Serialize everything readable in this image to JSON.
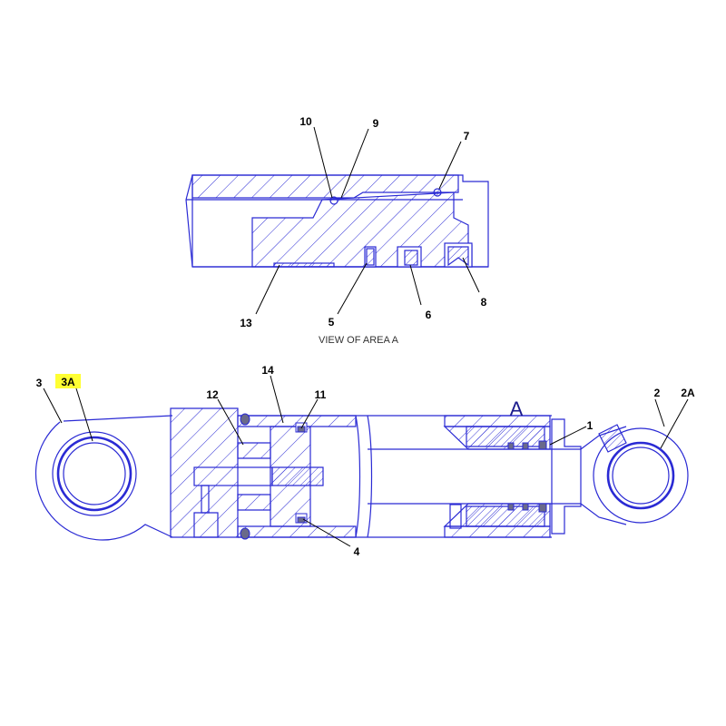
{
  "caption": "VIEW OF AREA A",
  "area_letter": "A",
  "highlight_color": "#ffff33",
  "line_color": "#2a2ad4",
  "callouts": {
    "c1": "1",
    "c2": "2",
    "c2a": "2A",
    "c3": "3",
    "c3a": "3A",
    "c4": "4",
    "c5": "5",
    "c6": "6",
    "c7": "7",
    "c8": "8",
    "c9": "9",
    "c10": "10",
    "c11": "11",
    "c12": "12",
    "c13": "13",
    "c14": "14"
  }
}
